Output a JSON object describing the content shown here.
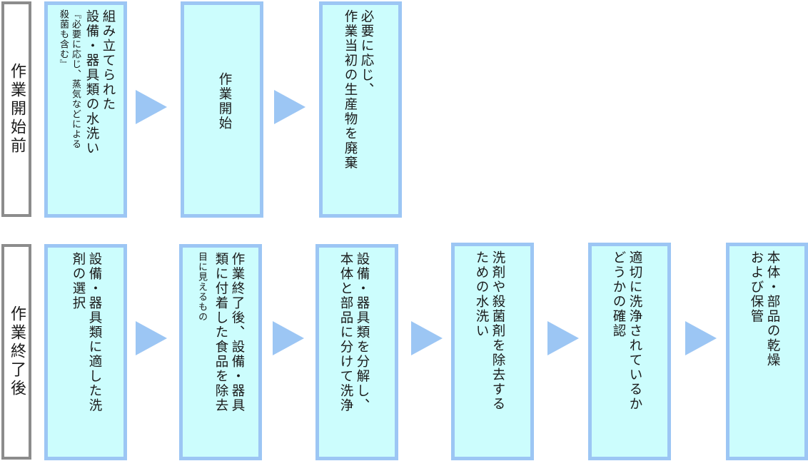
{
  "rows": [
    {
      "label": "作業開始前",
      "steps": [
        {
          "lines": [
            "組み立てられた",
            "設備・器具類の水洗い"
          ],
          "note_lines": [
            "『必要に応じ、蒸気などによる",
            "殺菌も含む』"
          ]
        },
        {
          "lines": [
            "作",
            "業",
            "開",
            "始"
          ]
        },
        {
          "lines": [
            "必要に応じ、",
            "作業当初の生産物を廃棄"
          ]
        }
      ]
    },
    {
      "label": "作業終了後",
      "steps": [
        {
          "lines": [
            "設備・器具類に適した洗",
            "剤の選択"
          ]
        },
        {
          "lines": [
            "作業終了後、設備・器具",
            "類に付着した食品を除去"
          ],
          "note_lines": [
            "目に見えるもの"
          ]
        },
        {
          "lines": [
            "設備・器具類を分解し、",
            "本体と部品に分けて洗浄"
          ]
        },
        {
          "lines": [
            "洗剤や殺菌剤を除去する",
            "ための水洗い"
          ]
        },
        {
          "lines": [
            "適切に洗浄されているか",
            "どうかの確認"
          ]
        },
        {
          "lines": [
            "本体・部品の乾燥",
            "および保管"
          ]
        }
      ]
    }
  ],
  "colors": {
    "box_fill": "#ccfdfd",
    "box_border": "#9cc6f4",
    "arrow": "#9cc6f4",
    "label_border": "#8c8c8c"
  }
}
